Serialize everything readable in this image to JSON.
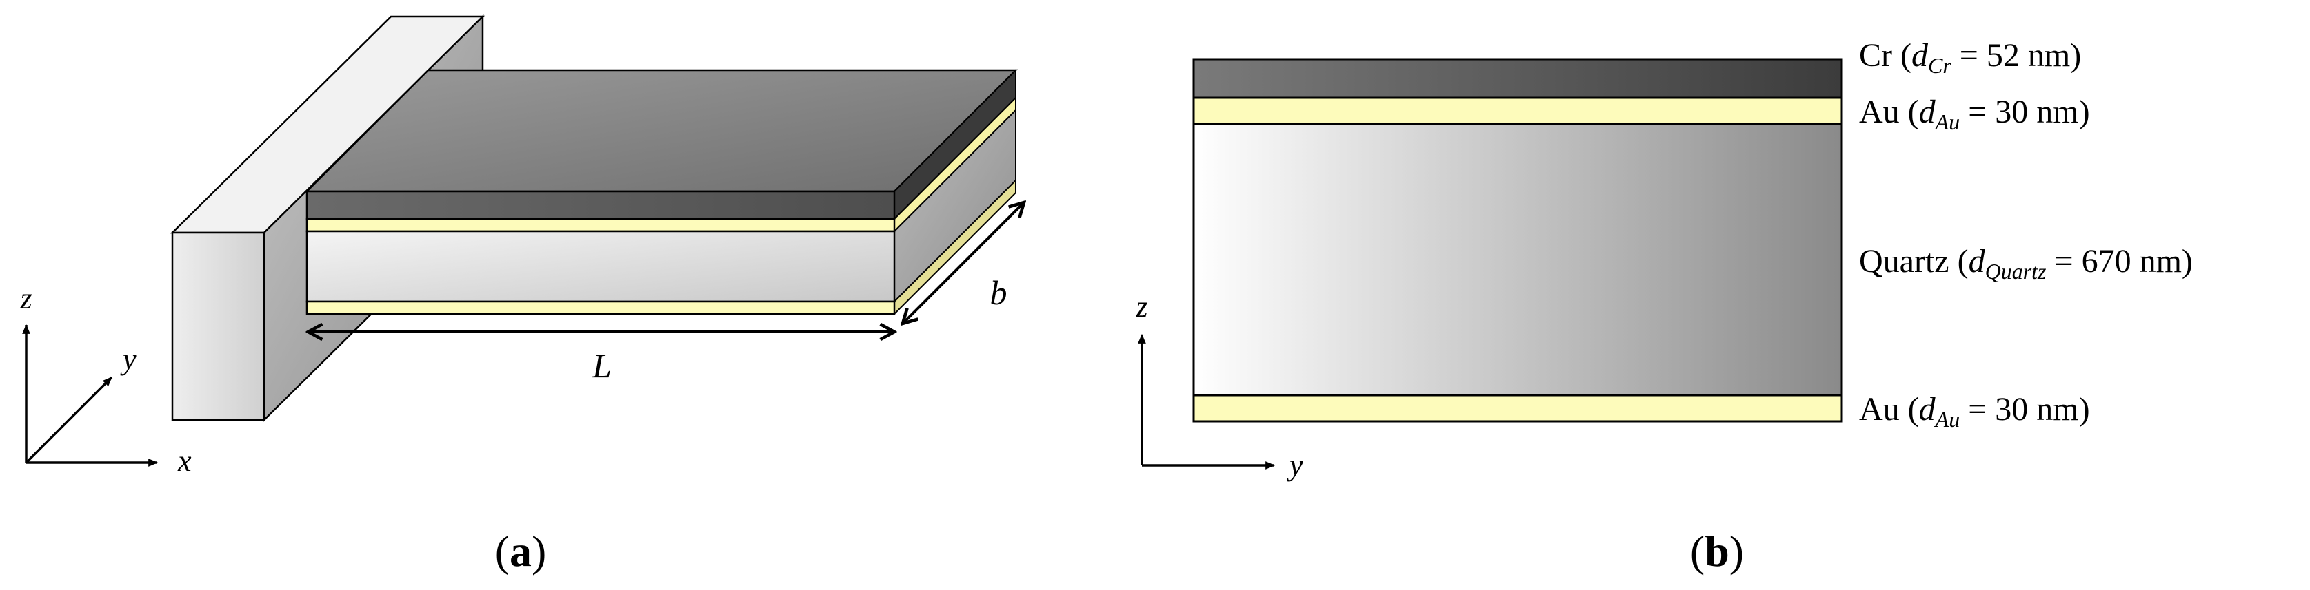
{
  "panel_a": {
    "label": "(a)",
    "axes": {
      "x": "x",
      "y": "y",
      "z": "z"
    },
    "length_label": "L",
    "width_label": "b"
  },
  "panel_b": {
    "label": "(b)",
    "axes": {
      "z": "z",
      "y": "y"
    },
    "layers": [
      {
        "material": "Cr",
        "symbol": "d",
        "sub": "Cr",
        "value": "52 nm",
        "color": "#5a5a5a"
      },
      {
        "material": "Au",
        "symbol": "d",
        "sub": "Au",
        "value": "30 nm",
        "color": "#fdfbbb"
      },
      {
        "material": "Quartz",
        "symbol": "d",
        "sub": "Quartz",
        "value": "670 nm",
        "color": "#dcdcdc"
      },
      {
        "material": "Au",
        "symbol": "d",
        "sub": "Au",
        "value": "30 nm",
        "color": "#fdfbbb"
      }
    ]
  },
  "colors": {
    "chromium_dark": "#4a4a4a",
    "chromium_light": "#8c8c8c",
    "gold_film": "#fdfbbb",
    "quartz_light": "#ffffff",
    "quartz_dark": "#8a8a8a"
  }
}
